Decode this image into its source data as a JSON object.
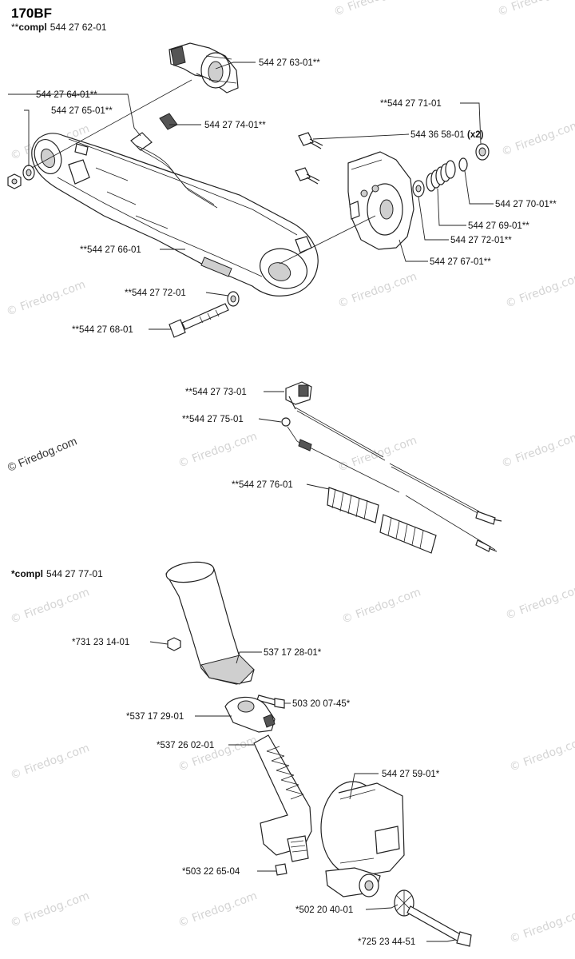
{
  "title": "170BF",
  "assemblies": [
    {
      "prefix": "**",
      "label": "compl",
      "number": "544 27 62-01"
    },
    {
      "prefix": "*",
      "label": "compl",
      "number": "544 27 77-01"
    }
  ],
  "parts": [
    "544 27 63-01**",
    "544 27 64-01**",
    "544 27 65-01**",
    "544 27 74-01**",
    "**544 27 71-01",
    "544 36 58-01",
    "(x2)",
    "544 27 70-01**",
    "544 27 69-01**",
    "544 27 72-01**",
    "544 27 67-01**",
    "**544 27 66-01",
    "**544 27 72-01",
    "**544 27 68-01",
    "**544 27 73-01",
    "**544 27 75-01",
    "**544 27 76-01",
    "*731 23 14-01",
    "537 17 28-01*",
    "503 20 07-45*",
    "*537 17 29-01",
    "*537 26 02-01",
    "544 27 59-01*",
    "*503 22 65-04",
    "*502 20 40-01",
    "*725 23 44-51"
  ],
  "watermark": "© Firedog.com"
}
